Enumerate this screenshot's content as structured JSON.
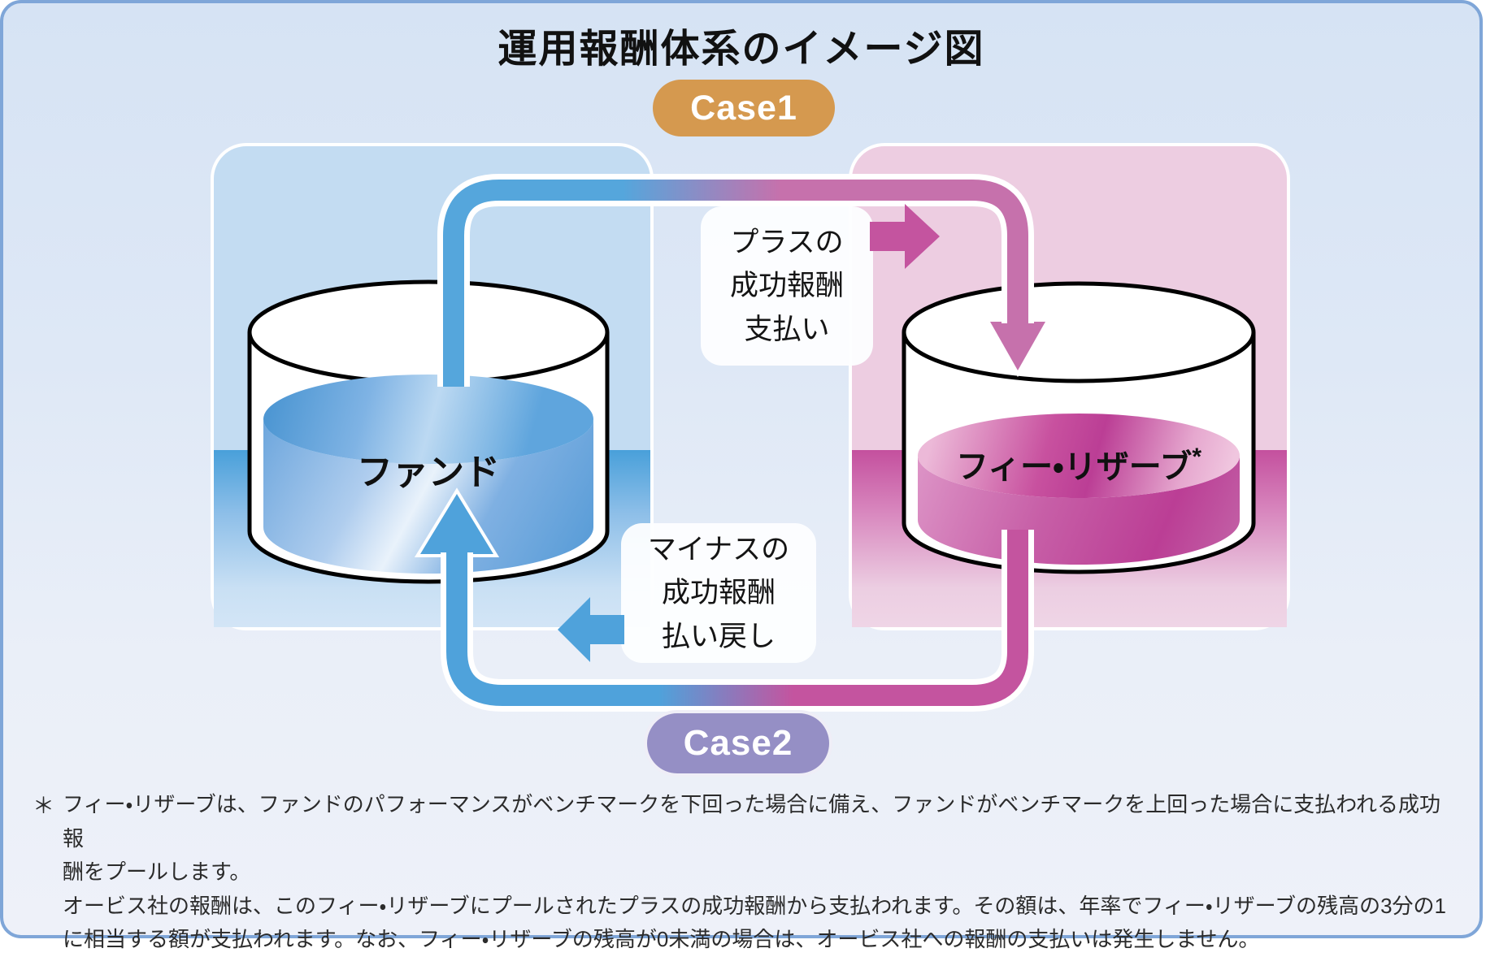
{
  "title": "運用報酬体系のイメージ図",
  "badges": {
    "case1": "Case1",
    "case2": "Case2"
  },
  "tanks": {
    "fund": {
      "label": "ファンド"
    },
    "fee_reserve": {
      "label": "フィー・リザーブ",
      "asterisk": "*"
    }
  },
  "flows": {
    "plus": {
      "lines": [
        "プラスの",
        "成功報酬",
        "支払い"
      ]
    },
    "minus": {
      "lines": [
        "マイナスの",
        "成功報酬",
        "払い戻し"
      ]
    }
  },
  "footnote": {
    "marker": "＊",
    "lines": [
      "フィー・リザーブは、ファンドのパフォーマンスがベンチマークを下回った場合に備え、ファンドがベンチマークを上回った場合に支払われる成功報",
      "酬をプールします。",
      "オービス社の報酬は、このフィー・リザーブにプールされたプラスの成功報酬から支払われます。その額は、年率でフィー・リザーブの残高の3分の1",
      "に相当する額が支払われます。なお、フィー・リザーブの残高が0未満の場合は、オービス社への報酬の支払いは発生しません。"
    ]
  },
  "colors": {
    "case1_badge": "#D5994F",
    "case2_badge": "#958FC5",
    "pipe_blue": "#55A6DC",
    "pipe_pink": "#C671AC",
    "arrow_pink": "#C4549F",
    "arrow_blue": "#4FA2DB",
    "panel_blue": "#C3DCF2",
    "panel_pink": "#EDCDE1",
    "page_border": "#7FA6D8"
  }
}
